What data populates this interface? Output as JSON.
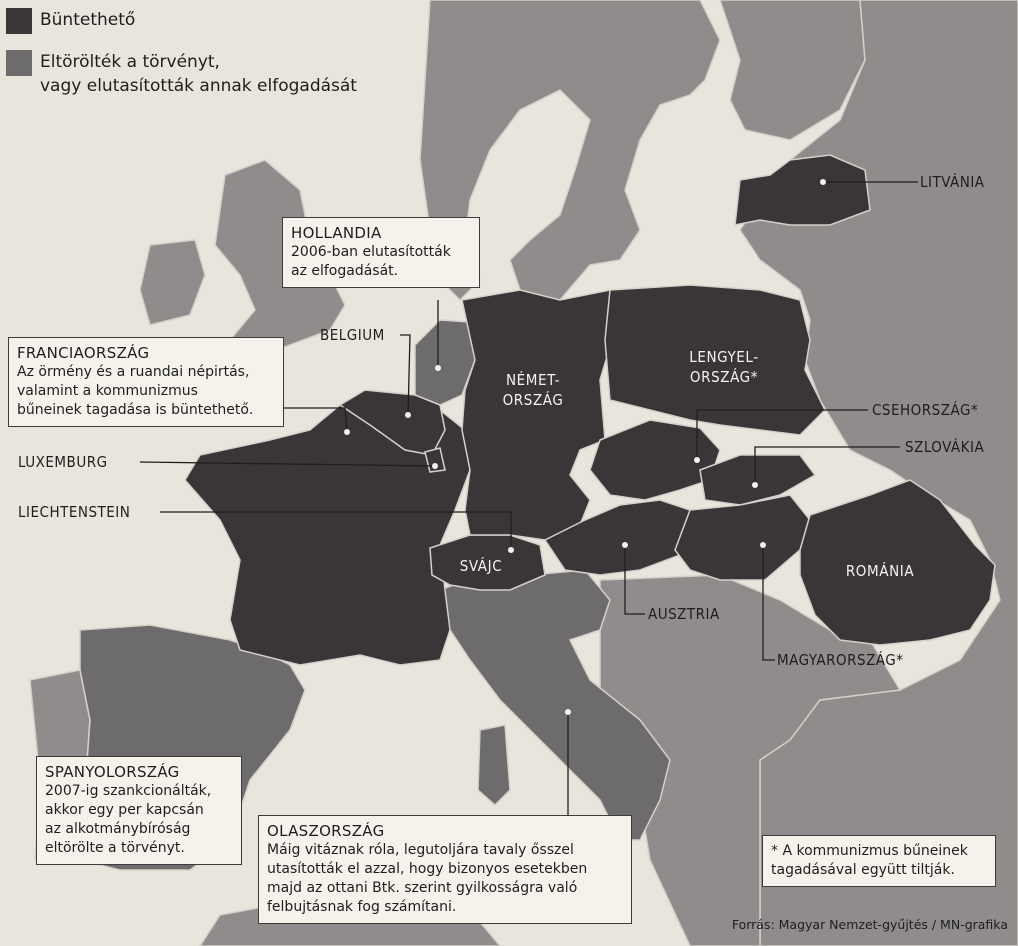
{
  "legend": {
    "items": [
      {
        "label": "Büntethető",
        "color": "#3a3536"
      },
      {
        "label_lines": [
          "Eltörölték a törvényt,",
          "vagy elutasították annak elfogadását"
        ],
        "color": "#6e6b6c"
      }
    ]
  },
  "colors": {
    "sea": "#e9e5dc",
    "punishable": "#3a3536",
    "repealed": "#6e6b6c",
    "other": "#8f8c8b",
    "border": "#d4d0cc"
  },
  "callouts": {
    "hollandia": {
      "title": "HOLLANDIA",
      "lines": [
        "2006-ban elutasították",
        "az elfogadását."
      ]
    },
    "franciaorszag": {
      "title": "FRANCIAORSZÁG",
      "lines": [
        "Az örmény és a ruandai népirtás,",
        "valamint a kommunizmus",
        "bűneinek tagadása is büntethető."
      ]
    },
    "spanyolorszag": {
      "title": "SPANYOLORSZÁG",
      "lines": [
        "2007-ig szankcionálták,",
        "akkor egy per kapcsán",
        "az alkotmánybíróság",
        "eltörölte a törvényt."
      ]
    },
    "olaszorszag": {
      "title": "OLASZORSZÁG",
      "lines": [
        "Máig vitáznak róla, legutoljára tavaly ősszel",
        "utasították el azzal, hogy bizonyos esetekben",
        "majd az ottani Btk. szerint gyilkosságra való",
        "felbujtásnak fog számítani."
      ]
    },
    "footnote": {
      "lines": [
        "* A kommunizmus bűneinek",
        "tagadásával együtt tiltják."
      ]
    }
  },
  "labels": {
    "litvania": "LITVÁNIA",
    "belgium": "BELGIUM",
    "luxemburg": "LUXEMBURG",
    "liechtenstein": "LIECHTENSTEIN",
    "csehorszag": "CSEHORSZÁG*",
    "szlovakia": "SZLOVÁKIA",
    "ausztria": "AUSZTRIA",
    "magyarorszag": "MAGYARORSZÁG*",
    "nemetorszag": [
      "NÉMET-",
      "ORSZÁG"
    ],
    "lengyelorszag": [
      "LENGYEL-",
      "ORSZÁG*"
    ],
    "svajc": "SVÁJC",
    "romania": "ROMÁNIA"
  },
  "source": "Forrás: Magyar Nemzet-gyűjtés / MN-grafika"
}
